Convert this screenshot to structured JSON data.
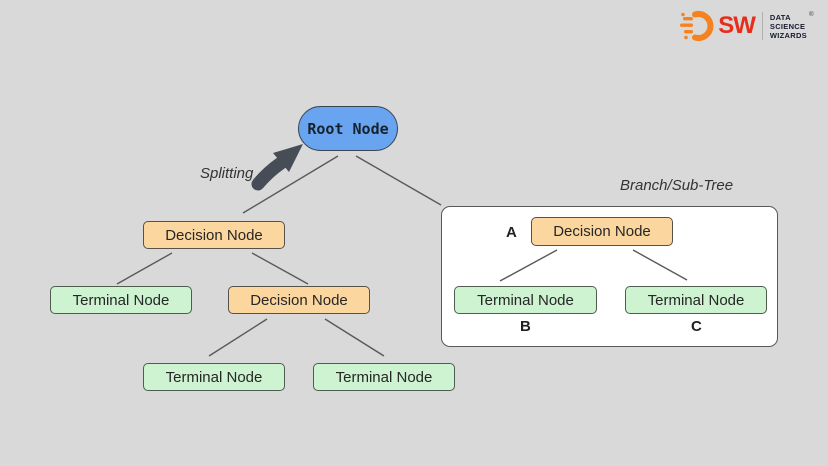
{
  "colors": {
    "background": "#d9d9d9",
    "root_node_fill": "#69a4f1",
    "decision_node_fill": "#fbd79f",
    "terminal_node_fill": "#cdf3d0",
    "subtree_box_fill": "#ffffff",
    "connector_line": "#595959",
    "splitting_arrow": "#474d57",
    "logo_orange": "#f5821f",
    "logo_red": "#e62e1b"
  },
  "nodes": {
    "root": "Root Node",
    "decision_left": "Decision Node",
    "decision_mid": "Decision Node",
    "terminal_left": "Terminal Node",
    "terminal_bottom_left": "Terminal Node",
    "terminal_bottom_right": "Terminal Node",
    "subtree_decision": "Decision Node",
    "subtree_terminal_b": "Terminal Node",
    "subtree_terminal_c": "Terminal Node"
  },
  "labels": {
    "splitting": "Splitting",
    "branch_subtree": "Branch/Sub-Tree",
    "a": "A",
    "b": "B",
    "c": "C"
  },
  "logo": {
    "brand_text": "SW",
    "tagline": [
      "DATA",
      "SCIENCE",
      "WIZARDS"
    ],
    "registered_mark": "®"
  }
}
